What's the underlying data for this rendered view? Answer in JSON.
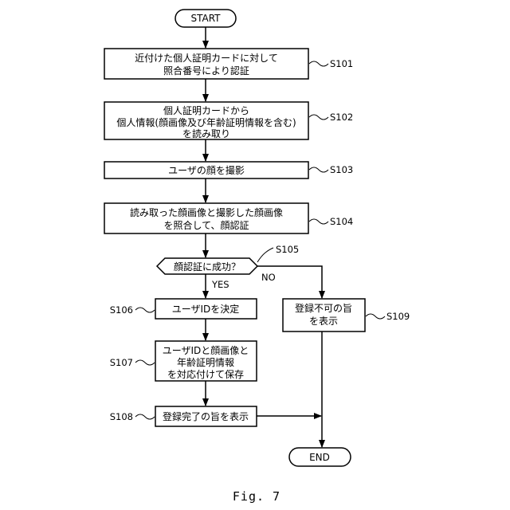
{
  "figure": {
    "caption": "Fig. 7",
    "start": "START",
    "end": "END",
    "steps": {
      "s101": {
        "id": "S101",
        "lines": [
          "近付けた個人証明カードに対して",
          "照合番号により認証"
        ]
      },
      "s102": {
        "id": "S102",
        "lines": [
          "個人証明カードから",
          "個人情報(顔画像及び年齢証明情報を含む)",
          "を読み取り"
        ]
      },
      "s103": {
        "id": "S103",
        "lines": [
          "ユーザの顔を撮影"
        ]
      },
      "s104": {
        "id": "S104",
        "lines": [
          "読み取った顔画像と撮影した顔画像",
          "を照合して、顔認証"
        ]
      },
      "s105": {
        "id": "S105",
        "lines": [
          "顔認証に成功？"
        ]
      },
      "s106": {
        "id": "S106",
        "lines": [
          "ユーザIDを決定"
        ]
      },
      "s107": {
        "id": "S107",
        "lines": [
          "ユーザIDと顔画像と",
          "年齢証明情報",
          "を対応付けて保存"
        ]
      },
      "s108": {
        "id": "S108",
        "lines": [
          "登録完了の旨を表示"
        ]
      },
      "s109": {
        "id": "S109",
        "lines": [
          "登録不可の旨",
          "を表示"
        ]
      }
    },
    "branch_yes": "YES",
    "branch_no": "NO"
  }
}
